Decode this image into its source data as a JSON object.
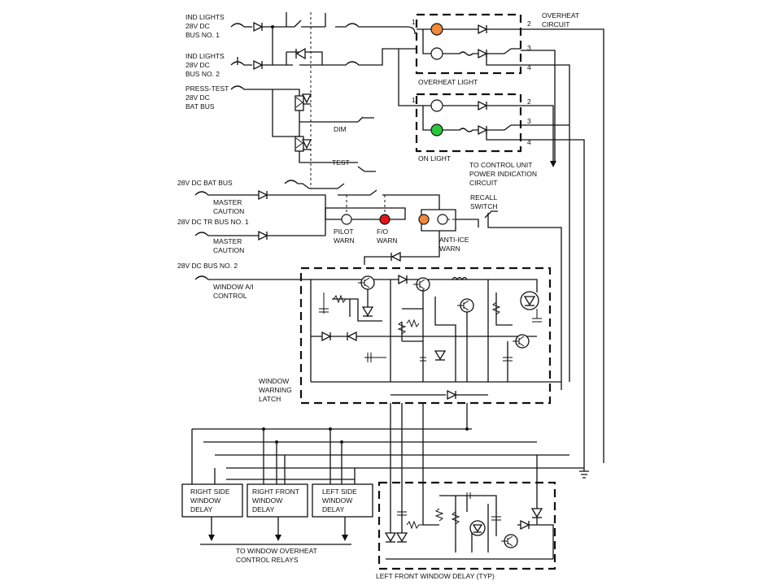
{
  "colors": {
    "lamp_orange": "#f0893a",
    "lamp_green": "#27c93a",
    "lamp_red": "#e01818",
    "line": "#111111"
  },
  "labels": {
    "ind1": [
      "IND LIGHTS",
      "28V DC",
      "BUS NO. 1"
    ],
    "ind2": [
      "IND LIGHTS",
      "28V DC",
      "BUS NO. 2"
    ],
    "press_test": [
      "PRESS-TEST",
      "28V DC",
      "BAT BUS"
    ],
    "overheat_circuit": [
      "OVERHEAT",
      "CIRCUIT"
    ],
    "overheat_light": "OVERHEAT LIGHT",
    "on_light": "ON LIGHT",
    "dim": "DIM",
    "test": "TEST",
    "control_unit": [
      "TO CONTROL UNIT",
      "POWER INDICATION",
      "CIRCUIT"
    ],
    "bat_bus": "28V DC BAT BUS",
    "master_caution_1": [
      "MASTER",
      "CAUTION"
    ],
    "tr_bus": "28V DC TR BUS NO. 1",
    "master_caution_2": [
      "MASTER",
      "CAUTION"
    ],
    "recall_switch": [
      "RECALL",
      "SWITCH"
    ],
    "pilot_warn": [
      "PILOT",
      "WARN"
    ],
    "fo_warn": [
      "F/O",
      "WARN"
    ],
    "anti_ice_warn": [
      "ANTI-ICE",
      "WARN"
    ],
    "bus_no2": "28V DC BUS NO. 2",
    "window_ai_control": [
      "WINDOW A/I",
      "CONTROL"
    ],
    "window_warning_latch": [
      "WINDOW",
      "WARNING",
      "LATCH"
    ],
    "right_side_delay": [
      "RIGHT SIDE",
      "WINDOW",
      "DELAY"
    ],
    "right_front_delay": [
      "RIGHT FRONT",
      "WINDOW",
      "DELAY"
    ],
    "left_side_delay": [
      "LEFT SIDE",
      "WINDOW",
      "DELAY"
    ],
    "to_window_overheat": [
      "TO WINDOW OVERHEAT",
      "CONTROL RELAYS"
    ],
    "left_front_delay": "LEFT FRONT WINDOW DELAY (TYP)",
    "pins": [
      "1",
      "2",
      "3",
      "4",
      "1",
      "2",
      "3",
      "4"
    ]
  }
}
